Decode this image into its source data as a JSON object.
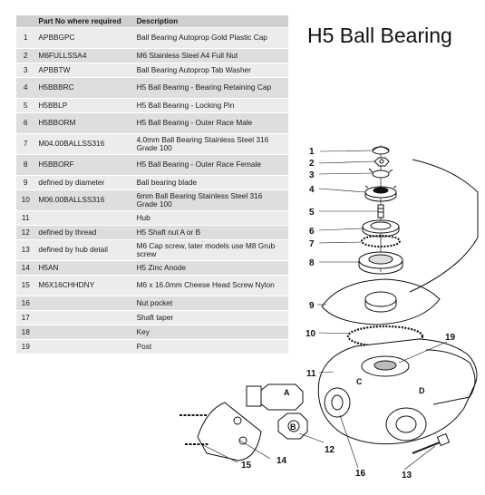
{
  "title": "H5 Ball Bearing",
  "table": {
    "headers": [
      "",
      "Part No where required",
      "Description"
    ],
    "rows": [
      {
        "num": "1",
        "part": "APBBGPC",
        "desc": "Ball Bearing Autoprop Gold Plastic Cap"
      },
      {
        "num": "2",
        "part": "M6FULLSSA4",
        "desc": "M6 Stainless Steel A4 Full Nut"
      },
      {
        "num": "3",
        "part": "APBBTW",
        "desc": "Ball Bearing Autoprop Tab Washer"
      },
      {
        "num": "4",
        "part": "H5BBBRC",
        "desc": "H5 Ball Bearing - Bearing Retaining Cap"
      },
      {
        "num": "5",
        "part": "H5BBLP",
        "desc": "H5 Ball Bearing - Locking Pin"
      },
      {
        "num": "6",
        "part": "H5BBORM",
        "desc": "H5 Ball Bearing - Outer Race Male"
      },
      {
        "num": "7",
        "part": "M04.00BALLSS316",
        "desc": "4.0mm Ball Bearing Stainless Steel 316 Grade 100"
      },
      {
        "num": "8",
        "part": "H5BBORF",
        "desc": "H5 Ball Bearing - Outer Race Female"
      },
      {
        "num": "9",
        "part": "defined by diameter",
        "desc": "Ball bearing blade"
      },
      {
        "num": "10",
        "part": "M06.00BALLSS316",
        "desc": "6mm Ball Bearing Stainless Steel 316 Grade 100"
      },
      {
        "num": "11",
        "part": "",
        "desc": "Hub"
      },
      {
        "num": "12",
        "part": "defined by thread",
        "desc": "H5 Shaft nut A or B"
      },
      {
        "num": "13",
        "part": "defined by hub detail",
        "desc": "M6 Cap screw, later models use M8 Grub screw"
      },
      {
        "num": "14",
        "part": "H5AN",
        "desc": "H5 Zinc Anode"
      },
      {
        "num": "15",
        "part": "M6X16CHHDNY",
        "desc": "M6 x 16.0mm Cheese Head Screw Nylon"
      },
      {
        "num": "16",
        "part": "",
        "desc": "Nut pocket"
      },
      {
        "num": "17",
        "part": "",
        "desc": "Shaft taper"
      },
      {
        "num": "18",
        "part": "",
        "desc": "Key"
      },
      {
        "num": "19",
        "part": "",
        "desc": "Post"
      }
    ]
  },
  "diagram": {
    "callouts": [
      "1",
      "2",
      "3",
      "4",
      "5",
      "6",
      "7",
      "8",
      "9",
      "10",
      "11",
      "12",
      "13",
      "14",
      "15",
      "16",
      "19"
    ],
    "letters": {
      "a": "A",
      "b": "B",
      "c": "C",
      "d": "D"
    }
  }
}
